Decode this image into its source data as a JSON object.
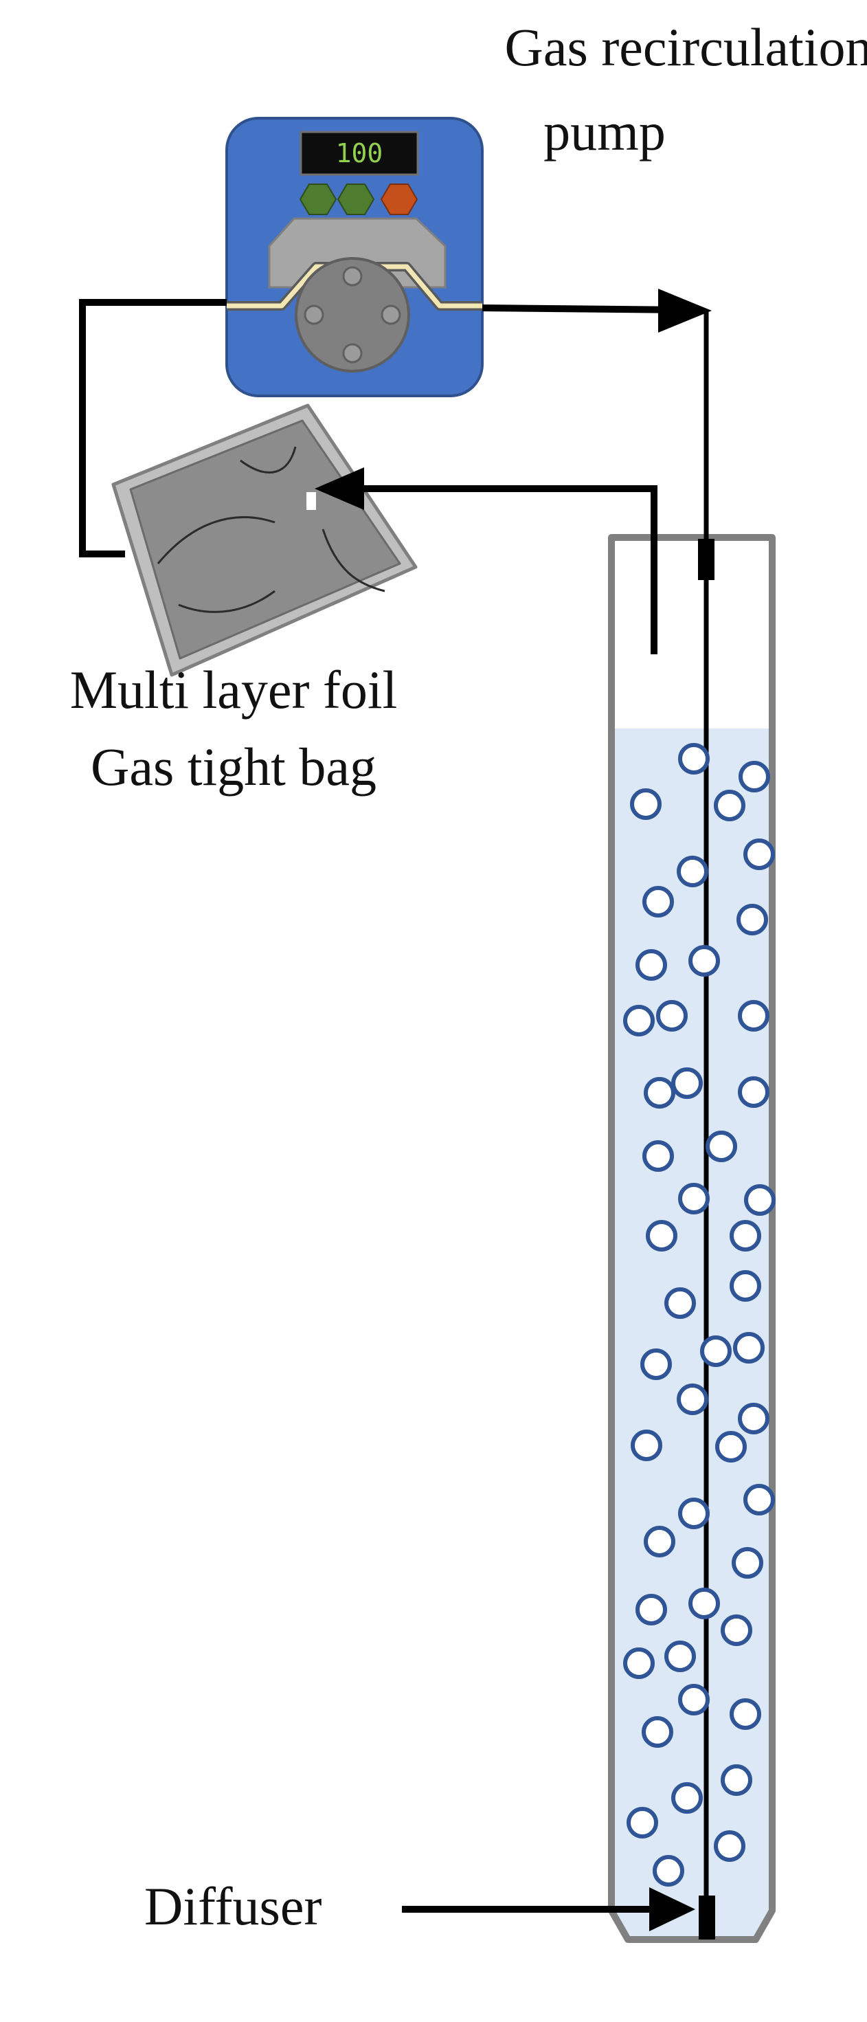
{
  "labels": {
    "pump_title_line1": "Gas recirculation",
    "pump_title_line2": "pump",
    "bag_title_line1": "Multi layer foil",
    "bag_title_line2": "Gas tight bag",
    "diffuser": "Diffuser"
  },
  "pump": {
    "display_value": "100",
    "button_colors": [
      "#4f7d2f",
      "#4f7d2f",
      "#c5501b"
    ],
    "body_color": "#4472c4"
  },
  "colors": {
    "liquid": "#dce8f5",
    "column_wall": "#808080",
    "bubble_stroke": "#2f5597",
    "tubing": "#000000",
    "pump_tube": "#f2e6b5",
    "bag": "#8c8c8c"
  }
}
